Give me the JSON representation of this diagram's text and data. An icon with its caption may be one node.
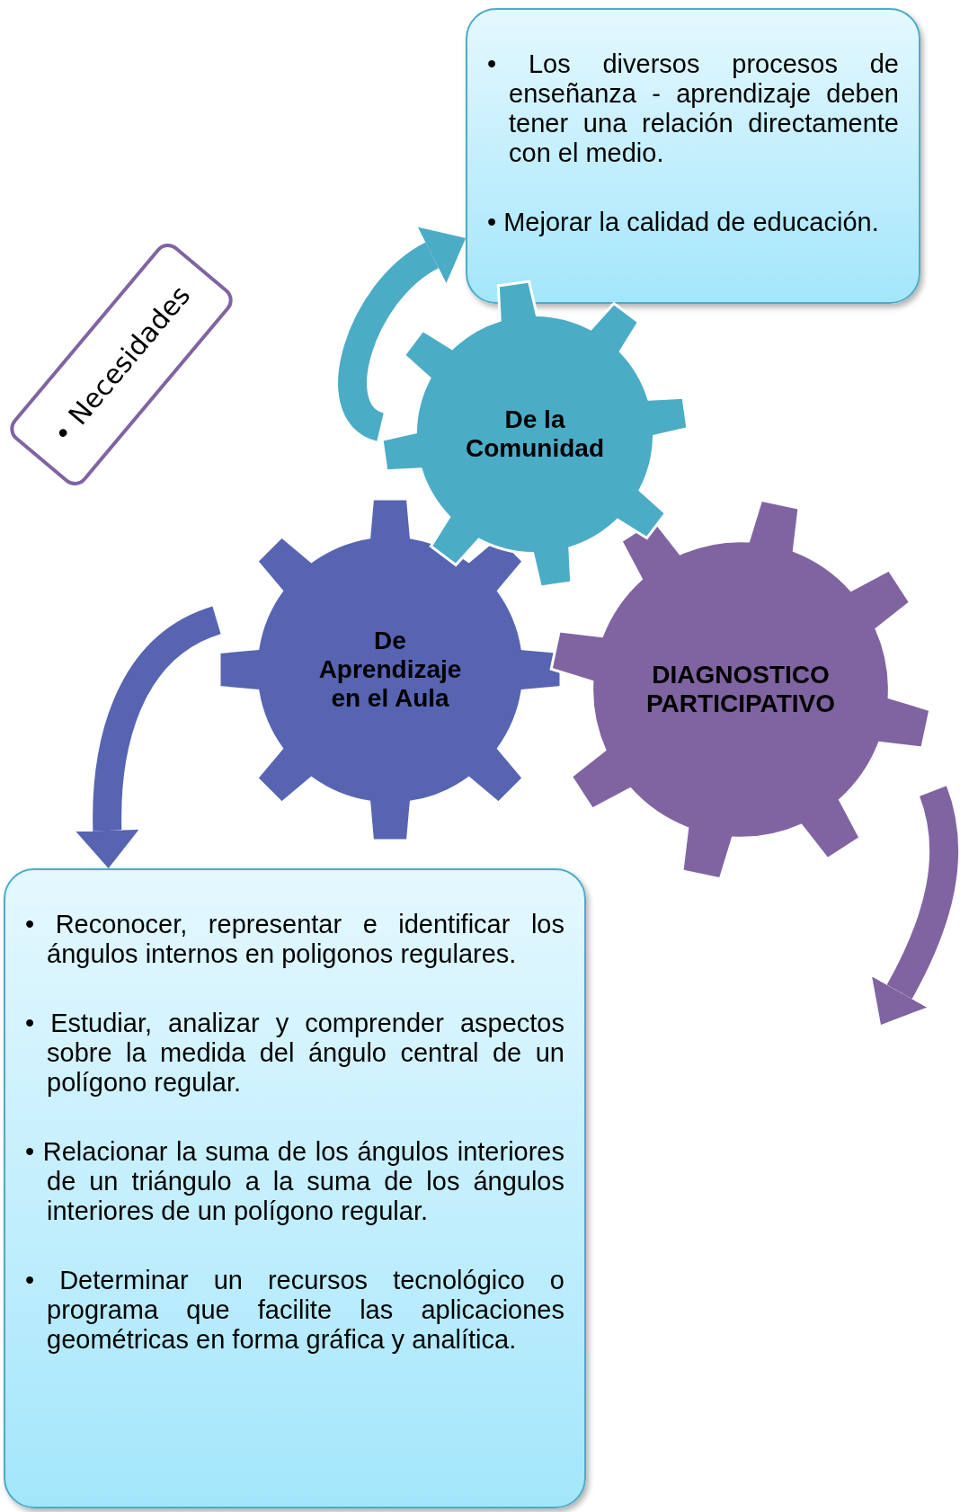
{
  "diagram": {
    "nodes": [
      {
        "text": [
          "• Los diversos procesos de enseñanza - aprendizaje deben tener una relación directamente con el medio.",
          "• Mejorar la calidad de educación."
        ]
      },
      {
        "text": [
          "• Necesidades"
        ]
      },
      {
        "text": [
          "De la Comunidad"
        ]
      },
      {
        "text": [
          "De Aprendizaje en el Aula"
        ]
      },
      {
        "text": [
          "DIAGNOSTICO PARTICIPATIVO"
        ]
      },
      {
        "text": [
          "• Reconocer, representar e identificar los ángulos internos en poligonos regulares.",
          "• Estudiar, analizar y comprender aspectos sobre la medida del ángulo central de un polígono regular.",
          "• Relacionar la suma de los ángulos interiores de un triángulo a la suma de los ángulos interiores de un polígono regular.",
          "• Determinar un recursos tecnológico o programa que facilite las aplicaciones geométricas en forma gráfica y analítica."
        ]
      }
    ],
    "edges": [
      {
        "from": 2,
        "to": 0,
        "arrow": "to",
        "color": "#4bacc6"
      },
      {
        "from": 3,
        "to": 5,
        "arrow": "to",
        "color": "#5764b2"
      },
      {
        "from": 4,
        "to": null,
        "arrow": "to",
        "color": "#8064a2"
      }
    ]
  }
}
